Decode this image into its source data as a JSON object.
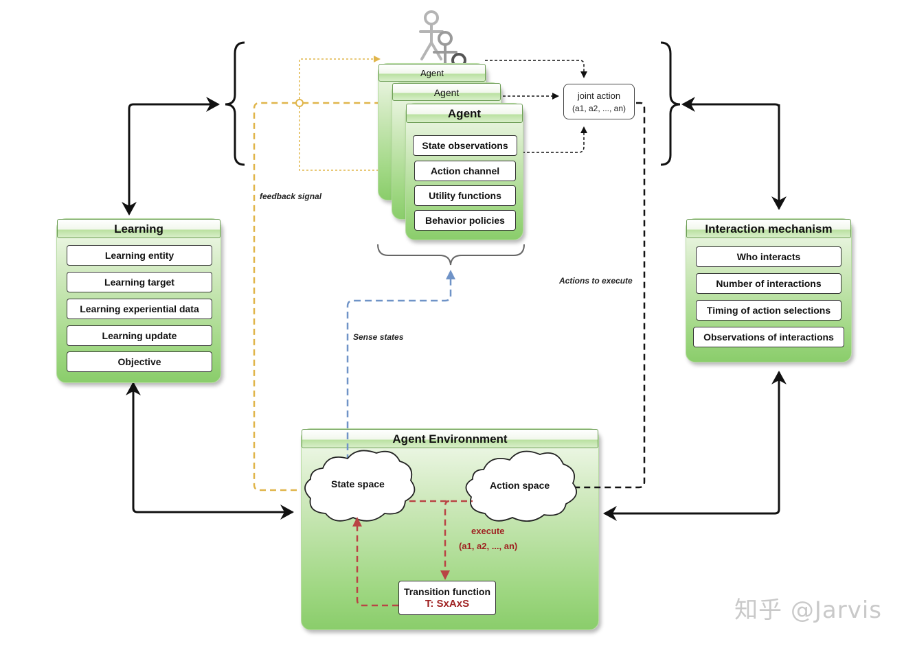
{
  "agents": {
    "back_title": "Agent",
    "mid_title": "Agent",
    "front_title": "Agent",
    "items": [
      "State observations",
      "Action channel",
      "Utility functions",
      "Behavior policies"
    ]
  },
  "learning": {
    "title": "Learning",
    "items": [
      "Learning entity",
      "Learning target",
      "Learning experiential data",
      "Learning update",
      "Objective"
    ]
  },
  "interaction": {
    "title": "Interaction mechanism",
    "items": [
      "Who interacts",
      "Number of interactions",
      "Timing of action selections",
      "Observations of interactions"
    ]
  },
  "environment": {
    "title": "Agent Environnment",
    "state_space": "State space",
    "action_space": "Action space",
    "execute": "execute",
    "execute_args": "(a1, a2, ..., an)",
    "transition_title": "Transition function",
    "transition_formula": "T: SxAxS"
  },
  "joint_action": {
    "title": "joint action",
    "args": "(a1, a2, ..., an)"
  },
  "labels": {
    "feedback": "feedback signal",
    "sense": "Sense states",
    "actions": "Actions to execute"
  },
  "watermark": "知乎 @Jarvis",
  "colors": {
    "feedback": "#e0b54a",
    "sense": "#6f93c7",
    "transition": "#b94444",
    "green": "#8acd6b"
  }
}
